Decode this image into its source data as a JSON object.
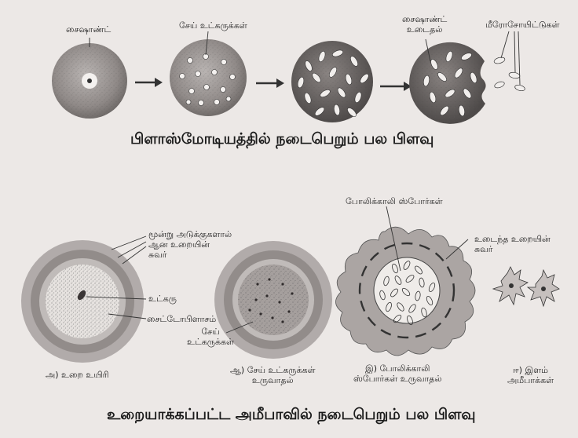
{
  "top": {
    "labels": {
      "schizont": "சைஷாண்ட்",
      "daughter_nuclei": "சேய் உட்கருக்கள்",
      "schizont_wall": "சைஷாண்ட்\nஉடைதல்",
      "merozoites": "மீரோசோயிட்டுகள்"
    },
    "caption": "பிளாஸ்மோடியத்தில் நடைபெறும் பல பிளவு"
  },
  "bottom": {
    "labels": {
      "three_layer_wall": "மூன்று அடுக்குகளால்\nஆன உறையின்\nசுவர்",
      "nucleus": "உட்கரு",
      "cytoplasm": "சைட்டோபிளாசம்",
      "daughter_nuclei": "சேய்\nஉட்கருக்கள்",
      "pseudopodiospores": "போலிக்காலி ஸ்போர்கள்",
      "broken_wall": "உடைந்த உறையின்\nசுவர்"
    },
    "stages": [
      "அ) உறை உயிரி",
      "ஆ) சேய் உட்கருக்கள்\nஉருவாதல்",
      "இ) போலிக்காலி\nஸ்போர்கள் உருவாதல்",
      "ஈ) இளம்\nஅமீபாக்கள்"
    ],
    "caption": "உறையாக்கப்பட்ட அமீபாவில் நடைபெறும் பல பிளவு"
  }
}
